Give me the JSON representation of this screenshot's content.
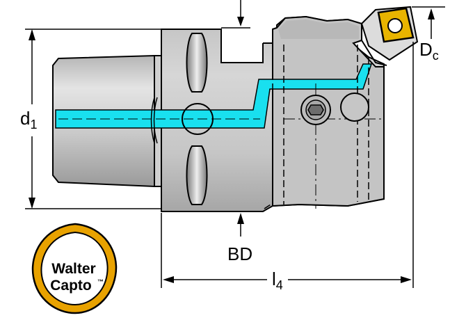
{
  "labels": {
    "d1_main": "d",
    "d1_sub": "1",
    "dc_main": "D",
    "dc_sub": "c",
    "bd": "BD",
    "l4_main": "l",
    "l4_sub": "4"
  },
  "logo": {
    "line1": "Walter",
    "line2": "Capto",
    "tm": "™"
  },
  "colors": {
    "body": "#c9c9c9",
    "body_shade": "#9e9e9e",
    "outline": "#000000",
    "coolant": "#19e0ef",
    "insert": "#e8b400",
    "logo_ring": "#e8a200"
  }
}
